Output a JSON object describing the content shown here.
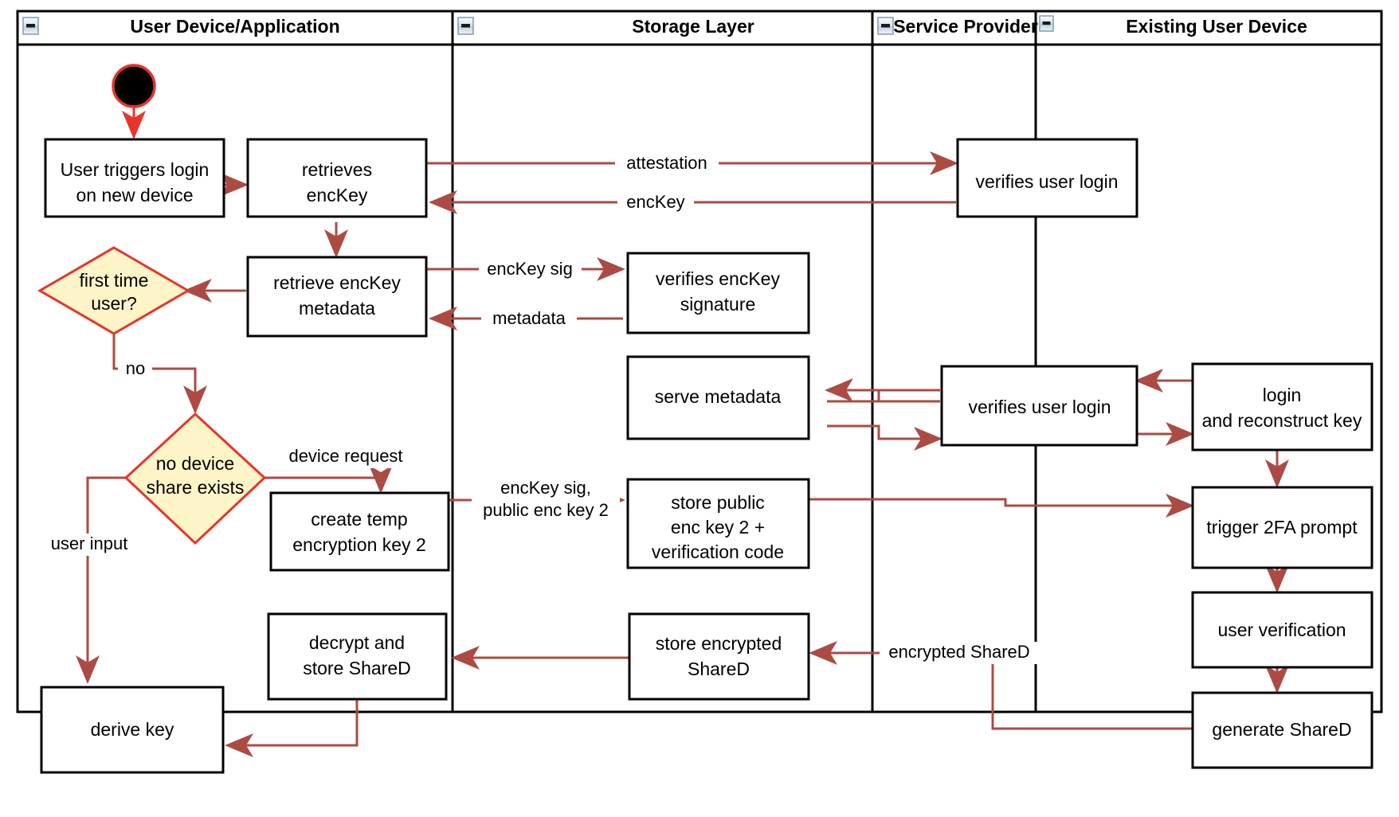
{
  "diagram": {
    "type": "uml-activity-swimlane",
    "title": "",
    "colors": {
      "edge": "#ab4b44",
      "start_node_border": "#e8342a",
      "decision_fill": "#fdf4c8",
      "decision_border": "#e8342a",
      "node_border": "#000000",
      "node_fill": "#ffffff",
      "lane_border": "#000000",
      "background": "#ffffff"
    },
    "lanes": [
      {
        "id": "lane-user-device",
        "label": "User Device/Application",
        "collapse_icon": "minus-icon"
      },
      {
        "id": "lane-storage",
        "label": "Storage Layer",
        "collapse_icon": "minus-icon"
      },
      {
        "id": "lane-service-provider",
        "label": "Service Provider",
        "collapse_icon": "minus-icon"
      },
      {
        "id": "lane-existing-device",
        "label": "Existing User Device",
        "collapse_icon": "minus-icon"
      }
    ],
    "start_node": {
      "id": "start",
      "shape": "initial-node"
    },
    "nodes": [
      {
        "id": "n-user-triggers-login",
        "lane": "lane-user-device",
        "shape": "action",
        "lines": [
          "User triggers login",
          "on new device"
        ]
      },
      {
        "id": "n-retrieves-enckey",
        "lane": "lane-user-device",
        "shape": "action",
        "lines": [
          "retrieves",
          "encKey"
        ]
      },
      {
        "id": "n-retrieve-enckey-metadata",
        "lane": "lane-user-device",
        "shape": "action",
        "lines": [
          "retrieve encKey",
          "metadata"
        ]
      },
      {
        "id": "n-first-time-user",
        "lane": "lane-user-device",
        "shape": "decision",
        "lines": [
          "first time",
          "user?"
        ]
      },
      {
        "id": "n-no-device-share-exists",
        "lane": "lane-user-device",
        "shape": "decision",
        "lines": [
          "no device",
          "share exists"
        ]
      },
      {
        "id": "n-create-temp-key",
        "lane": "lane-user-device",
        "shape": "action",
        "lines": [
          "create temp",
          "encryption key 2"
        ]
      },
      {
        "id": "n-decrypt-store-shared",
        "lane": "lane-user-device",
        "shape": "action",
        "lines": [
          "decrypt and",
          "store ShareD"
        ]
      },
      {
        "id": "n-derive-key",
        "lane": "lane-user-device",
        "shape": "action",
        "lines": [
          "derive key"
        ]
      },
      {
        "id": "n-verifies-enckey-signature",
        "lane": "lane-storage",
        "shape": "action",
        "lines": [
          "verifies encKey",
          "signature"
        ]
      },
      {
        "id": "n-serve-metadata",
        "lane": "lane-storage",
        "shape": "action",
        "lines": [
          "serve metadata"
        ]
      },
      {
        "id": "n-store-public-enc-key",
        "lane": "lane-storage",
        "shape": "action",
        "lines": [
          "store public",
          "enc key 2 +",
          "verification code"
        ]
      },
      {
        "id": "n-store-encrypted-shared",
        "lane": "lane-storage",
        "shape": "action",
        "lines": [
          "store encrypted",
          "ShareD"
        ]
      },
      {
        "id": "n-verifies-user-login-top",
        "lane": "lane-service-provider",
        "shape": "action",
        "lines": [
          "verifies user login"
        ]
      },
      {
        "id": "n-verifies-user-login-mid",
        "lane": "lane-service-provider",
        "shape": "action",
        "lines": [
          "verifies user login"
        ]
      },
      {
        "id": "n-login-reconstruct-key",
        "lane": "lane-existing-device",
        "shape": "action",
        "lines": [
          "login",
          "and reconstruct key"
        ]
      },
      {
        "id": "n-trigger-2fa-prompt",
        "lane": "lane-existing-device",
        "shape": "action",
        "lines": [
          "trigger 2FA prompt"
        ]
      },
      {
        "id": "n-user-verification",
        "lane": "lane-existing-device",
        "shape": "action",
        "lines": [
          "user verification"
        ]
      },
      {
        "id": "n-generate-shared",
        "lane": "lane-existing-device",
        "shape": "action",
        "lines": [
          "generate ShareD"
        ]
      }
    ],
    "edge_labels": [
      {
        "id": "lbl-attestation",
        "text": "attestation"
      },
      {
        "id": "lbl-enckey",
        "text": "encKey"
      },
      {
        "id": "lbl-enckey-sig",
        "text": "encKey sig"
      },
      {
        "id": "lbl-metadata",
        "text": "metadata"
      },
      {
        "id": "lbl-no",
        "text": "no"
      },
      {
        "id": "lbl-device-request",
        "text": "device request"
      },
      {
        "id": "lbl-user-input",
        "text": "user input"
      },
      {
        "id": "lbl-enckey-sig-pub-1",
        "text": "encKey sig,"
      },
      {
        "id": "lbl-enckey-sig-pub-2",
        "text": "public enc key 2"
      },
      {
        "id": "lbl-encrypted-shared",
        "text": "encrypted ShareD"
      }
    ]
  }
}
